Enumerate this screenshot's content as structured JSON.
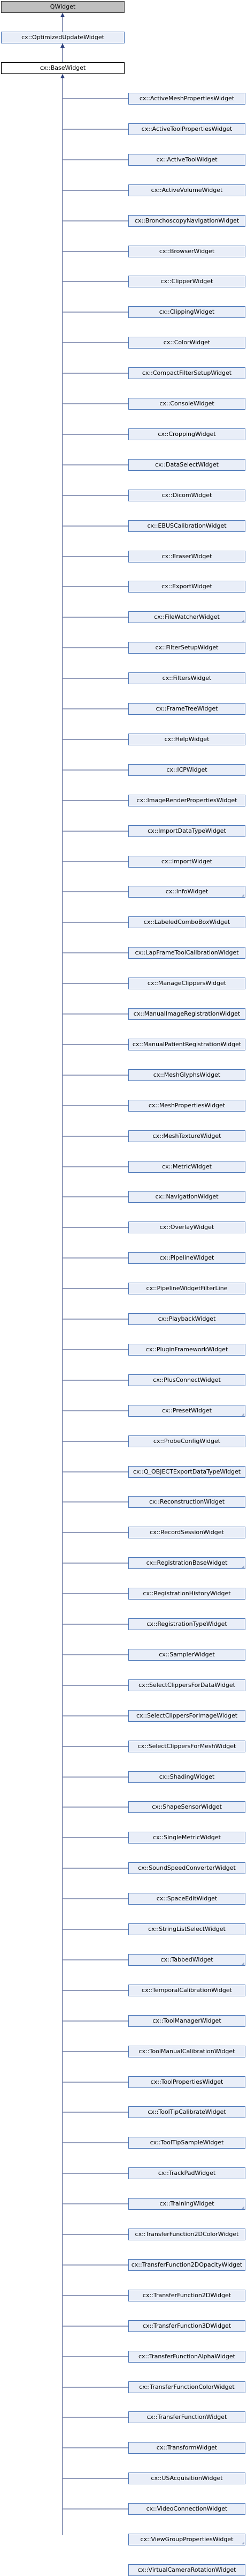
{
  "root": {
    "label": "QWidget"
  },
  "intermediate": {
    "label": "cx::OptimizedUpdateWidget"
  },
  "base": {
    "label": "cx::BaseWidget"
  },
  "children": [
    {
      "label": "cx::ActiveMeshPropertiesWidget"
    },
    {
      "label": "cx::ActiveToolPropertiesWidget"
    },
    {
      "label": "cx::ActiveToolWidget"
    },
    {
      "label": "cx::ActiveVolumeWidget"
    },
    {
      "label": "cx::BronchoscopyNavigationWidget"
    },
    {
      "label": "cx::BrowserWidget"
    },
    {
      "label": "cx::ClipperWidget"
    },
    {
      "label": "cx::ClippingWidget"
    },
    {
      "label": "cx::ColorWidget"
    },
    {
      "label": "cx::CompactFilterSetupWidget"
    },
    {
      "label": "cx::ConsoleWidget"
    },
    {
      "label": "cx::CroppingWidget"
    },
    {
      "label": "cx::DataSelectWidget"
    },
    {
      "label": "cx::DicomWidget"
    },
    {
      "label": "cx::EBUSCalibrationWidget"
    },
    {
      "label": "cx::EraserWidget"
    },
    {
      "label": "cx::ExportWidget"
    },
    {
      "label": "cx::FileWatcherWidget",
      "truncated": true
    },
    {
      "label": "cx::FilterSetupWidget"
    },
    {
      "label": "cx::FiltersWidget"
    },
    {
      "label": "cx::FrameTreeWidget"
    },
    {
      "label": "cx::HelpWidget"
    },
    {
      "label": "cx::ICPWidget"
    },
    {
      "label": "cx::ImageRenderPropertiesWidget"
    },
    {
      "label": "cx::ImportDataTypeWidget"
    },
    {
      "label": "cx::ImportWidget"
    },
    {
      "label": "cx::InfoWidget",
      "truncated": true
    },
    {
      "label": "cx::LabeledComboBoxWidget"
    },
    {
      "label": "cx::LapFrameToolCalibrationWidget"
    },
    {
      "label": "cx::ManageClippersWidget"
    },
    {
      "label": "cx::ManualImageRegistrationWidget"
    },
    {
      "label": "cx::ManualPatientRegistrationWidget"
    },
    {
      "label": "cx::MeshGlyphsWidget"
    },
    {
      "label": "cx::MeshPropertiesWidget"
    },
    {
      "label": "cx::MeshTextureWidget"
    },
    {
      "label": "cx::MetricWidget"
    },
    {
      "label": "cx::NavigationWidget"
    },
    {
      "label": "cx::OverlayWidget"
    },
    {
      "label": "cx::PipelineWidget"
    },
    {
      "label": "cx::PipelineWidgetFilterLine"
    },
    {
      "label": "cx::PlaybackWidget"
    },
    {
      "label": "cx::PluginFrameworkWidget"
    },
    {
      "label": "cx::PlusConnectWidget"
    },
    {
      "label": "cx::PresetWidget",
      "truncated": true
    },
    {
      "label": "cx::ProbeConfigWidget"
    },
    {
      "label": "cx::Q_OBJECTExportDataTypeWidget"
    },
    {
      "label": "cx::ReconstructionWidget"
    },
    {
      "label": "cx::RecordSessionWidget"
    },
    {
      "label": "cx::RegistrationBaseWidget",
      "truncated": true
    },
    {
      "label": "cx::RegistrationHistoryWidget"
    },
    {
      "label": "cx::RegistrationTypeWidget"
    },
    {
      "label": "cx::SamplerWidget"
    },
    {
      "label": "cx::SelectClippersForDataWidget"
    },
    {
      "label": "cx::SelectClippersForImageWidget"
    },
    {
      "label": "cx::SelectClippersForMeshWidget"
    },
    {
      "label": "cx::ShadingWidget"
    },
    {
      "label": "cx::ShapeSensorWidget"
    },
    {
      "label": "cx::SingleMetricWidget"
    },
    {
      "label": "cx::SoundSpeedConverterWidget"
    },
    {
      "label": "cx::SpaceEditWidget"
    },
    {
      "label": "cx::StringListSelectWidget"
    },
    {
      "label": "cx::TabbedWidget",
      "truncated": true
    },
    {
      "label": "cx::TemporalCalibrationWidget"
    },
    {
      "label": "cx::ToolManagerWidget"
    },
    {
      "label": "cx::ToolManualCalibrationWidget"
    },
    {
      "label": "cx::ToolPropertiesWidget"
    },
    {
      "label": "cx::ToolTipCalibrateWidget"
    },
    {
      "label": "cx::ToolTipSampleWidget"
    },
    {
      "label": "cx::TrackPadWidget"
    },
    {
      "label": "cx::TrainingWidget",
      "truncated": true
    },
    {
      "label": "cx::TransferFunction2DColorWidget"
    },
    {
      "label": "cx::TransferFunction2DOpacityWidget"
    },
    {
      "label": "cx::TransferFunction2DWidget"
    },
    {
      "label": "cx::TransferFunction3DWidget"
    },
    {
      "label": "cx::TransferFunctionAlphaWidget"
    },
    {
      "label": "cx::TransferFunctionColorWidget"
    },
    {
      "label": "cx::TransferFunctionWidget"
    },
    {
      "label": "cx::TransformWidget"
    },
    {
      "label": "cx::USAcquisitionWidget"
    },
    {
      "label": "cx::VideoConnectionWidget"
    },
    {
      "label": "cx::ViewGroupPropertiesWidget",
      "truncated": true
    },
    {
      "label": "cx::VirtualCameraRotationWidget"
    }
  ]
}
